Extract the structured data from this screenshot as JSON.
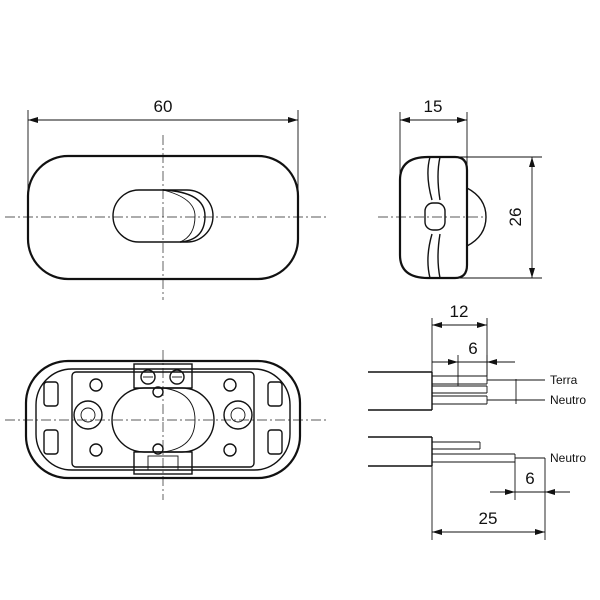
{
  "dimensions": {
    "width_top": "60",
    "depth_side": "15",
    "height_side": "26",
    "strip_12": "12",
    "strip_6_top": "6",
    "strip_6_bottom": "6",
    "strip_25": "25"
  },
  "wire_labels": {
    "earth": "Terra",
    "neutral_top": "Neutro",
    "neutral_bottom": "Neutro"
  }
}
